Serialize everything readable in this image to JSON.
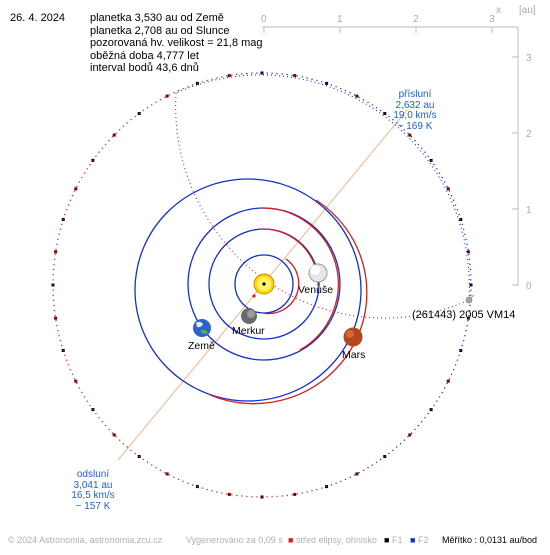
{
  "date": "26. 4. 2024",
  "info": {
    "line1": "planetka 3,530 au od Země",
    "line2": "planetka 2,708 au od Slunce",
    "line3": "pozorovaná hv. velikost = 21,8 mag",
    "line4": "oběžná doba 4,777 let",
    "line5": "interval bodů 43,6 dnů"
  },
  "perihelion": {
    "title": "přísluní",
    "dist": "2,632 au",
    "speed": "19,0 km/s",
    "temp": "~ 169 K"
  },
  "aphelion": {
    "title": "odsluní",
    "dist": "3,041 au",
    "speed": "16,5 km/s",
    "temp": "~ 157 K"
  },
  "planets": {
    "venus": "Venuše",
    "mercury": "Merkur",
    "earth": "Země",
    "mars": "Mars"
  },
  "asteroid_name": "(261443) 2005 VM14",
  "axes": {
    "x_label": "x",
    "unit": "[au]",
    "x_ticks": [
      "0",
      "1",
      "2",
      "3"
    ],
    "y_ticks": [
      "3",
      "2",
      "1",
      "0"
    ]
  },
  "footer": {
    "copyright": "© 2024 Astronomia, astronomia.zcu.cz",
    "generated": "Vygenerováno za 0,09 s",
    "legend_center": "střed elipsy, ohnisko",
    "f1": "F1",
    "f2": "F2",
    "scale": "Měřítko : 0,0131 au/bod"
  },
  "colors": {
    "orbit_blue": "#1030d0",
    "orbit_red": "#d42020",
    "label_blue": "#1f5fd6",
    "axis_gray": "#bbbbbb"
  }
}
